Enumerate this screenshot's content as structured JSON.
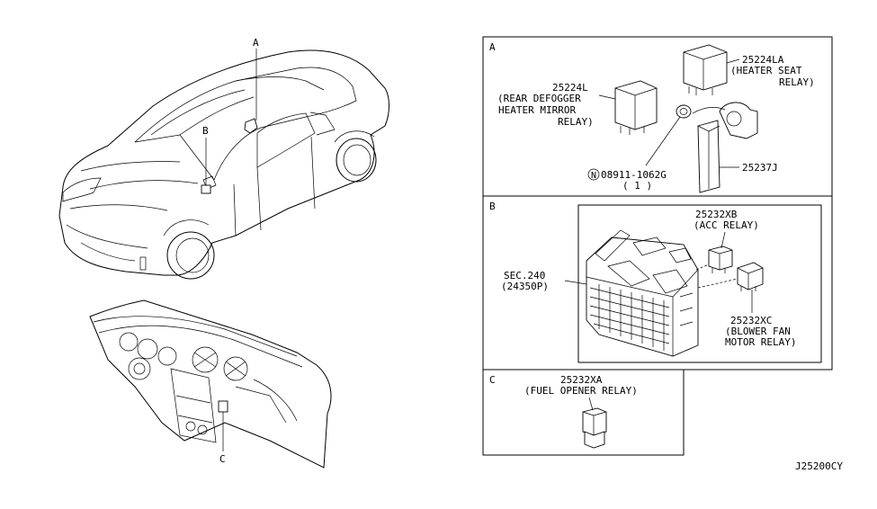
{
  "overview": {
    "marker_a": "A",
    "marker_b": "B",
    "marker_c": "C"
  },
  "panel_a": {
    "letter": "A",
    "part_heater_seat": {
      "number": "25224LA",
      "desc1": "(HEATER SEAT",
      "desc2": "RELAY)"
    },
    "part_rear_defogger": {
      "number": "25224L",
      "desc1": "(REAR DEFOGGER",
      "desc2": "HEATER MIRROR",
      "desc3": "RELAY)"
    },
    "nut": {
      "symbol": "N",
      "number": "08911-1062G",
      "qty": "( 1 )"
    },
    "bracket": {
      "number": "25237J"
    }
  },
  "panel_b": {
    "letter": "B",
    "sec": {
      "line1": "SEC.240",
      "line2": "(24350P)"
    },
    "acc_relay": {
      "number": "25232XB",
      "desc": "(ACC RELAY)"
    },
    "blower_relay": {
      "number": "25232XC",
      "desc1": "(BLOWER FAN",
      "desc2": "MOTOR RELAY)"
    }
  },
  "panel_c": {
    "letter": "C",
    "fuel_relay": {
      "number": "25232XA",
      "desc": "(FUEL OPENER RELAY)"
    }
  },
  "diagram_code": "J25200CY"
}
